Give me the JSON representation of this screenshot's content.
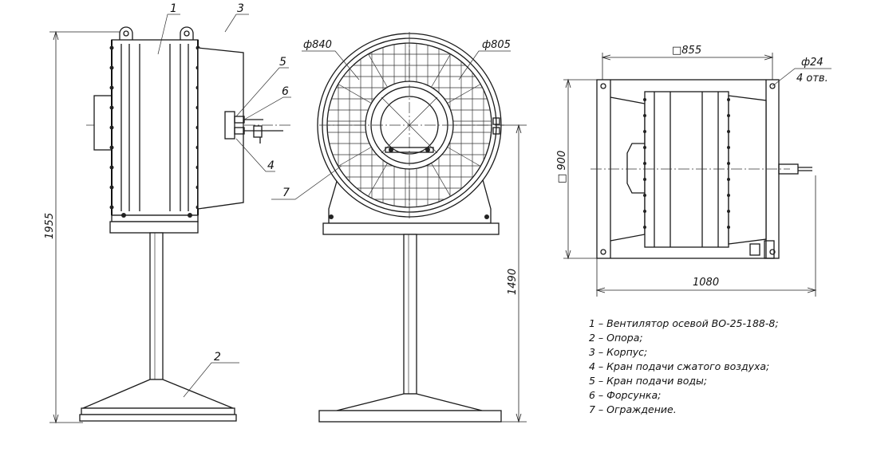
{
  "labels": {
    "l1": "1",
    "l2": "2",
    "l3": "3",
    "l4": "4",
    "l5": "5",
    "l6": "6",
    "l7": "7"
  },
  "dimensions": {
    "height_total": "1955",
    "height_support": "1490",
    "diameter_guard": "ф840",
    "diameter_duct": "ф805",
    "square_width": "□855",
    "square_height": "□ 900",
    "hole_diameter": "ф24",
    "hole_count": "4 отв.",
    "length": "1080"
  },
  "legend": [
    "1 – Вентилятор осевой ВО-25-188-8;",
    "2 – Опора;",
    "3 – Корпус;",
    "4 – Кран подачи сжатого воздуха;",
    "5 – Кран подачи воды;",
    "6 – Форсунка;",
    "7 – Ограждение."
  ]
}
